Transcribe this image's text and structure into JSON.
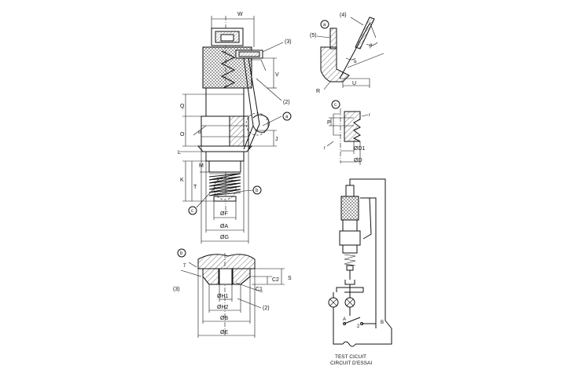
{
  "labels": {
    "W": "W",
    "Q": "Q",
    "O": "O",
    "L": "L",
    "M": "M",
    "K": "K",
    "T": "T",
    "V": "V",
    "J": "J",
    "U": "U",
    "P": "P",
    "R": "R",
    "S": "S",
    "C1": "C1",
    "C2": "C2",
    "A": "A",
    "B": "B",
    "alpha": "α",
    "beta": "β",
    "r": "r",
    "two": "2",
    "F_dia": "ØF",
    "A_dia": "ØA",
    "G_dia": "ØG",
    "D1_dia": "ØD1",
    "D_dia": "ØD",
    "H1_dia": "ØH1",
    "H2_dia": "ØH2",
    "B_dia": "ØB",
    "E_dia": "ØE",
    "callout_2": "(2)",
    "callout_3": "(3)",
    "callout_4": "(4)",
    "callout_5": "(5)",
    "detail_a": "a",
    "detail_b": "b",
    "detail_c": "c"
  },
  "caption": {
    "line1": "TEST CICUIT",
    "line2": "CIRCUIT D'ESSAI"
  }
}
